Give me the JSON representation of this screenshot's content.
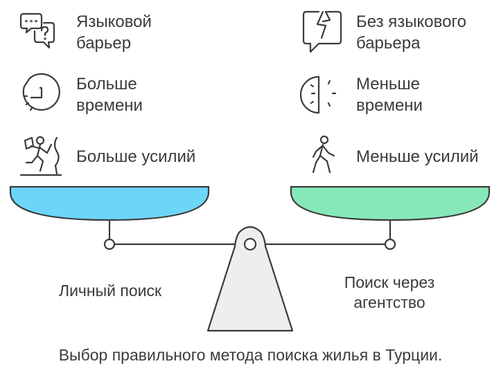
{
  "left": {
    "items": [
      {
        "line1": "Языковой",
        "line2": "барьер",
        "icon": "speech-bubbles-question-icon"
      },
      {
        "line1": "Больше",
        "line2": "времени",
        "icon": "clock-full-icon"
      },
      {
        "line1": "Больше усилий",
        "line2": "",
        "icon": "climber-icon"
      }
    ],
    "method": "Личный поиск",
    "pan_color": "#6dd5f8"
  },
  "right": {
    "items": [
      {
        "line1": "Без языкового",
        "line2": "барьера",
        "icon": "broken-speech-bubble-icon"
      },
      {
        "line1": "Меньше",
        "line2": "времени",
        "icon": "clock-half-icon"
      },
      {
        "line1": "Меньше усилий",
        "line2": "",
        "icon": "walking-person-icon"
      }
    ],
    "method_line1": "Поиск через",
    "method_line2": "агентство",
    "pan_color": "#86e8b8"
  },
  "footer": {
    "caption": "Выбор правильного метода поиска жилья в Турции."
  },
  "colors": {
    "stroke": "#3a3a3a",
    "fulcrum": "#eeeeee"
  }
}
